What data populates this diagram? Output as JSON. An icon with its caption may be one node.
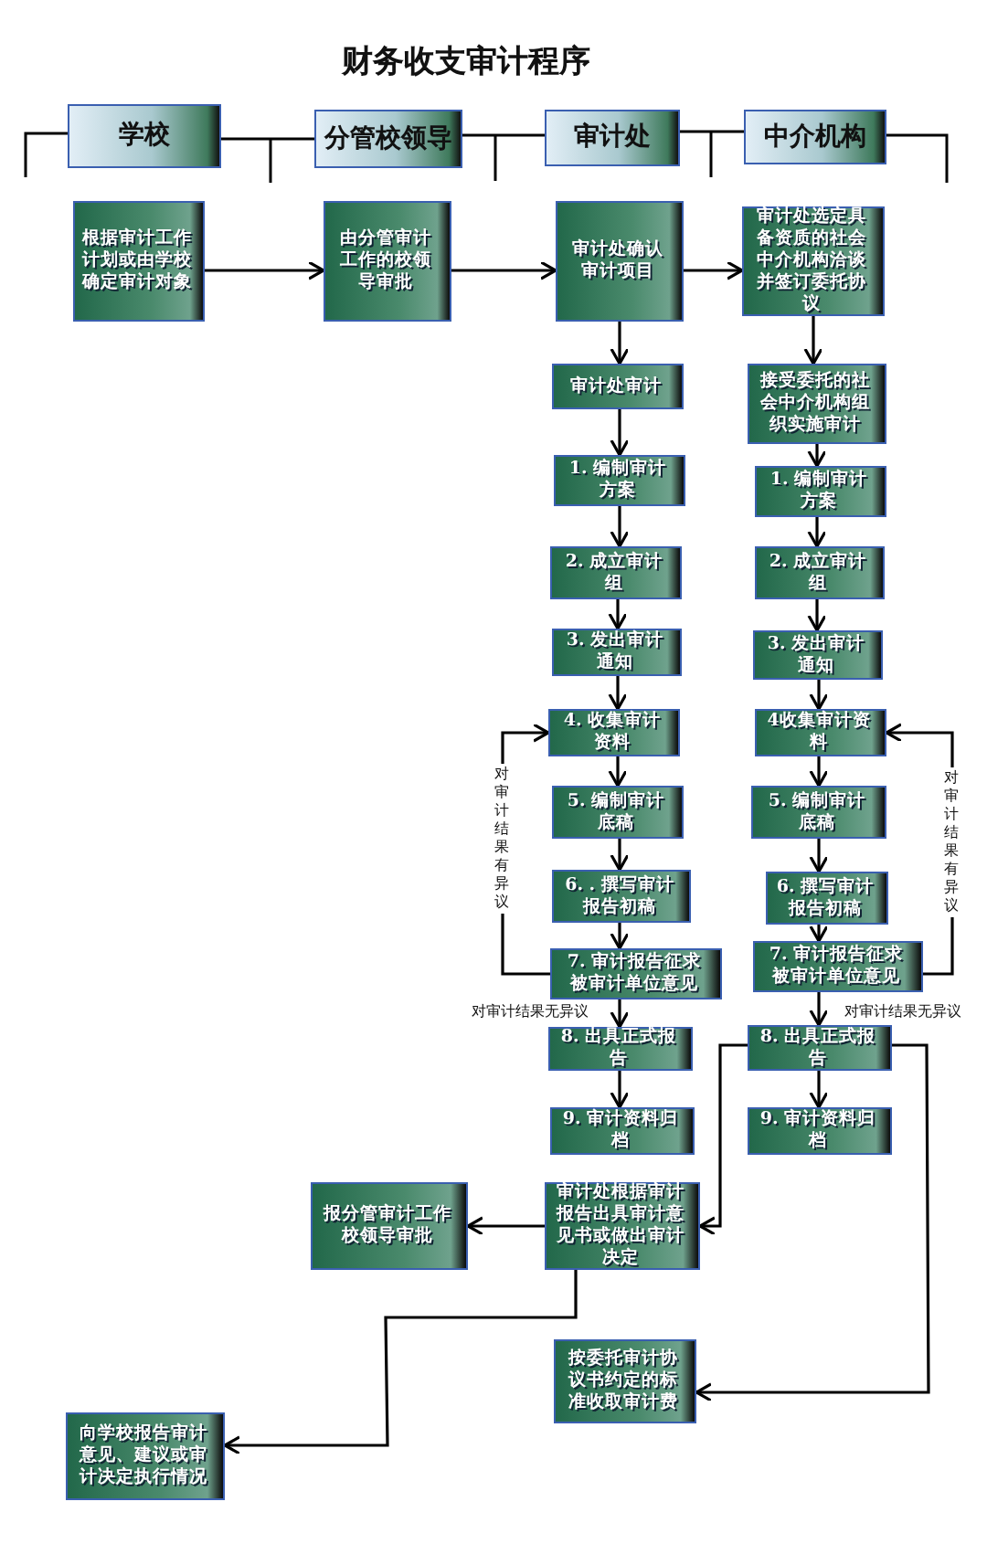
{
  "diagram": {
    "title": "财务收支审计程序",
    "nodes": [
      {
        "text": [
          "学校"
        ]
      },
      {
        "text": [
          "分管校领导"
        ]
      },
      {
        "text": [
          "审计处"
        ]
      },
      {
        "text": [
          "中介机构"
        ]
      },
      {
        "text": [
          "根据审计工作计划或由学校确定审计对象"
        ]
      },
      {
        "text": [
          "由分管审计工作的校领导审批"
        ]
      },
      {
        "text": [
          "审计处确认审计项目"
        ]
      },
      {
        "text": [
          "审计处选定具备资质的社会中介机构洽谈并签订委托协议"
        ]
      },
      {
        "text": [
          "审计处审计"
        ]
      },
      {
        "text": [
          "接受委托的社会中介机构组织实施审计"
        ]
      },
      {
        "text": [
          "1. 编制审计方案"
        ]
      },
      {
        "text": [
          "1. 编制审计方案"
        ]
      },
      {
        "text": [
          "2. 成立审计组"
        ]
      },
      {
        "text": [
          "2. 成立审计组"
        ]
      },
      {
        "text": [
          "3. 发出审计通知"
        ]
      },
      {
        "text": [
          "3. 发出审计通知"
        ]
      },
      {
        "text": [
          "4. 收集审计资料"
        ]
      },
      {
        "text": [
          "4收集审计资料"
        ]
      },
      {
        "text": [
          "5. 编制审计底稿"
        ]
      },
      {
        "text": [
          "5. 编制审计底稿"
        ]
      },
      {
        "text": [
          "6. . 撰写审计报告初稿"
        ]
      },
      {
        "text": [
          "6. 撰写审计报告初稿"
        ]
      },
      {
        "text": [
          "7. 审计报告征求被审计单位意见"
        ]
      },
      {
        "text": [
          "7. 审计报告征求被审计单位意见"
        ]
      },
      {
        "text": [
          "8. 出具正式报告"
        ]
      },
      {
        "text": [
          "8. 出具正式报告"
        ]
      },
      {
        "text": [
          "9. 审计资料归档"
        ]
      },
      {
        "text": [
          "9. 审计资料归档"
        ]
      },
      {
        "text": [
          "审计处根据审计报告出具审计意见书或做出审计决定"
        ]
      },
      {
        "text": [
          "报分管审计工作校领导审批"
        ]
      },
      {
        "text": [
          "按委托审计协议书约定的标准收取审计费"
        ]
      },
      {
        "text": [
          "向学校报告审计意见、建议或审计决定执行情况"
        ]
      }
    ],
    "edges": [
      {
        "from": 4,
        "to": 5,
        "arrow": "to"
      },
      {
        "from": 5,
        "to": 6,
        "arrow": "to"
      },
      {
        "from": 6,
        "to": 7,
        "arrow": "to"
      },
      {
        "from": 6,
        "to": 8,
        "arrow": "to"
      },
      {
        "from": 7,
        "to": 9,
        "arrow": "to"
      },
      {
        "from": 8,
        "to": 10,
        "arrow": "to"
      },
      {
        "from": 10,
        "to": 12,
        "arrow": "to"
      },
      {
        "from": 12,
        "to": 14,
        "arrow": "to"
      },
      {
        "from": 14,
        "to": 16,
        "arrow": "to"
      },
      {
        "from": 16,
        "to": 18,
        "arrow": "to"
      },
      {
        "from": 18,
        "to": 20,
        "arrow": "to"
      },
      {
        "from": 20,
        "to": 22,
        "arrow": "to"
      },
      {
        "from": 22,
        "to": 16,
        "arrow": "to",
        "label": "对审计结果有异议"
      },
      {
        "from": 22,
        "to": 24,
        "arrow": "to",
        "label": "对审计结果无异议"
      },
      {
        "from": 24,
        "to": 26,
        "arrow": "to"
      },
      {
        "from": 9,
        "to": 11,
        "arrow": "to"
      },
      {
        "from": 11,
        "to": 13,
        "arrow": "to"
      },
      {
        "from": 13,
        "to": 15,
        "arrow": "to"
      },
      {
        "from": 15,
        "to": 17,
        "arrow": "to"
      },
      {
        "from": 17,
        "to": 19,
        "arrow": "to"
      },
      {
        "from": 19,
        "to": 21,
        "arrow": "to"
      },
      {
        "from": 21,
        "to": 23,
        "arrow": "to"
      },
      {
        "from": 23,
        "to": 17,
        "arrow": "to",
        "label": "对审计结果有异议"
      },
      {
        "from": 23,
        "to": 25,
        "arrow": "to",
        "label": "对审计结果无异议"
      },
      {
        "from": 25,
        "to": 27,
        "arrow": "to"
      },
      {
        "from": 25,
        "to": 28,
        "arrow": "to"
      },
      {
        "from": 25,
        "to": 30,
        "arrow": "to"
      },
      {
        "from": 28,
        "to": 29,
        "arrow": "to"
      },
      {
        "from": 28,
        "to": 31,
        "arrow": "to"
      }
    ]
  }
}
